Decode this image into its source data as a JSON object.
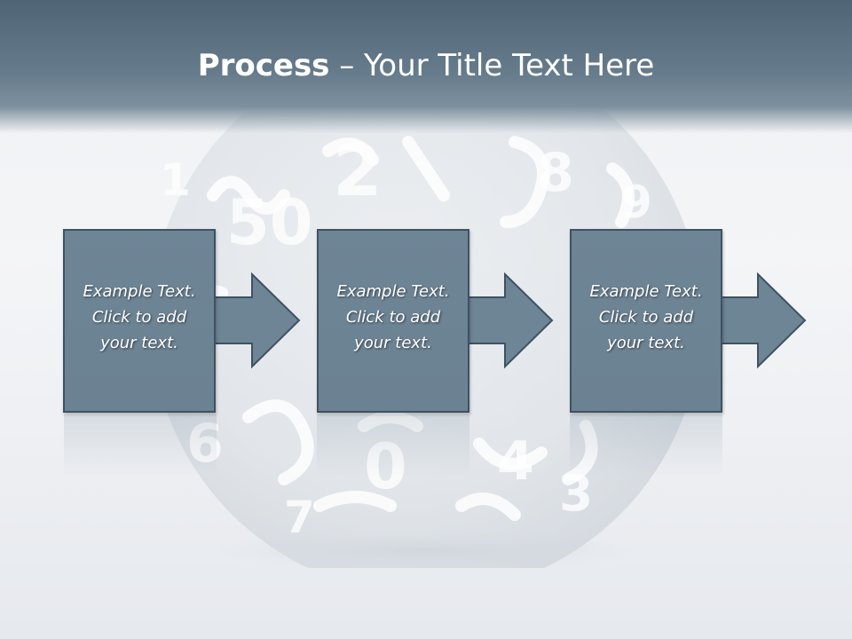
{
  "slide": {
    "title_bold": "Process",
    "title_rest": " – Your Title Text Here"
  },
  "steps": [
    {
      "line1": "Example Text.",
      "line2": "Click  to add",
      "line3": "your text."
    },
    {
      "line1": "Example Text.",
      "line2": "Click  to add",
      "line3": "your text."
    },
    {
      "line1": "Example Text.",
      "line2": "Click  to add",
      "line3": "your text."
    }
  ],
  "colors": {
    "header": "#5b6f80",
    "box_fill": "#6e8596",
    "box_border": "#3e5262",
    "text": "#ffffff"
  },
  "icons": [
    "number-sphere-background",
    "arrow-right-icon"
  ]
}
